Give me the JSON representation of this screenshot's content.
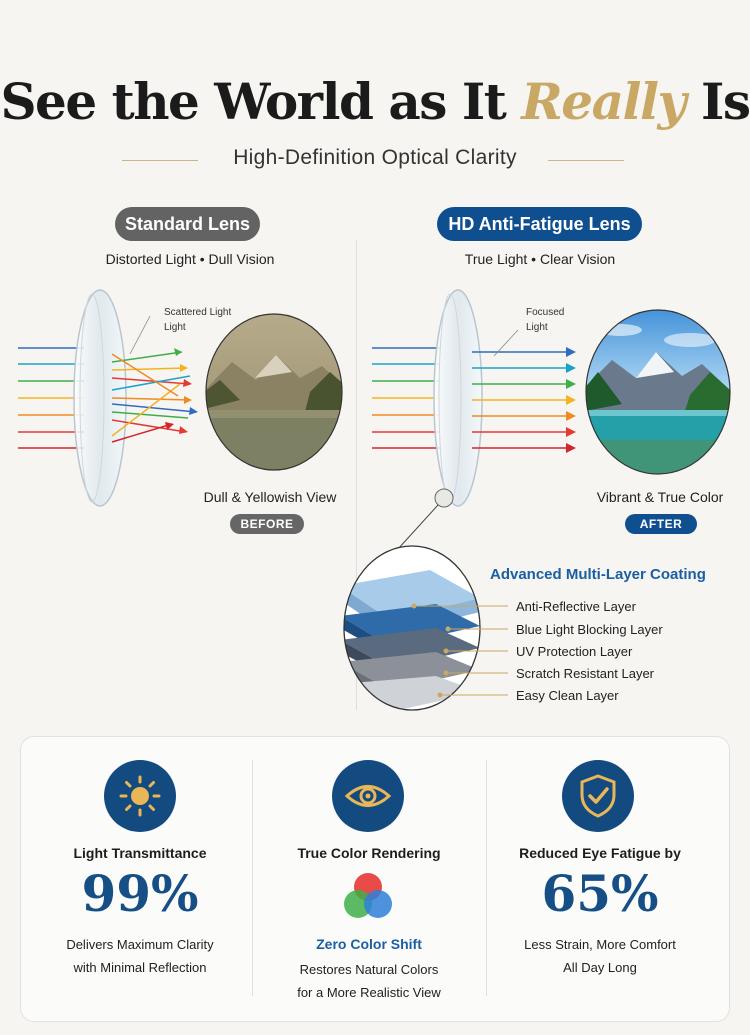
{
  "header": {
    "title_main": "See the World as It",
    "title_accent": "Really",
    "title_end": "Is",
    "subtitle": "High-Definition Optical Clarity"
  },
  "standard": {
    "label": "Standard Lens",
    "caption": "Distorted Light • Dull Vision",
    "annotation_line1": "Scattered Light",
    "annotation_line2": "Light",
    "view_caption": "Dull & Yellowish View",
    "badge": "BEFORE"
  },
  "hd": {
    "label": "HD Anti-Fatigue Lens",
    "caption": "True Light • Clear Vision",
    "annotation_line1": "Focused",
    "annotation_line2": "Light",
    "view_caption": "Vibrant & True Color",
    "badge": "AFTER"
  },
  "coating": {
    "title": "Advanced Multi-Layer Coating",
    "layers": [
      "Anti-Reflective Layer",
      "Blue Light Blocking Layer",
      "UV Protection Layer",
      "Scratch Resistant Layer",
      "Easy Clean Layer"
    ]
  },
  "features": {
    "transmittance": {
      "icon": "sun-icon",
      "title": "Light Transmittance",
      "value": "99%",
      "desc_line1": "Delivers Maximum Clarity",
      "desc_line2": "with Minimal Reflection"
    },
    "color": {
      "icon": "eye-icon",
      "title": "True Color Rendering",
      "highlight": "Zero Color Shift",
      "desc_line1": "Restores Natural Colors",
      "desc_line2": "for a More Realistic View"
    },
    "fatigue": {
      "icon": "shield-check-icon",
      "title": "Reduced Eye Fatigue by",
      "value": "65%",
      "desc_line1": "Less Strain, More Comfort",
      "desc_line2": "All Day Long"
    }
  },
  "colors": {
    "gold": "#c9a865",
    "navy": "#134a80",
    "accent_blue": "#1b5fa3",
    "grey_pill": "#636363",
    "ray_colors": [
      "#2f6cc1",
      "#1aa3c9",
      "#3fae49",
      "#f3b320",
      "#f08a24",
      "#e53935",
      "#d2262b"
    ]
  }
}
